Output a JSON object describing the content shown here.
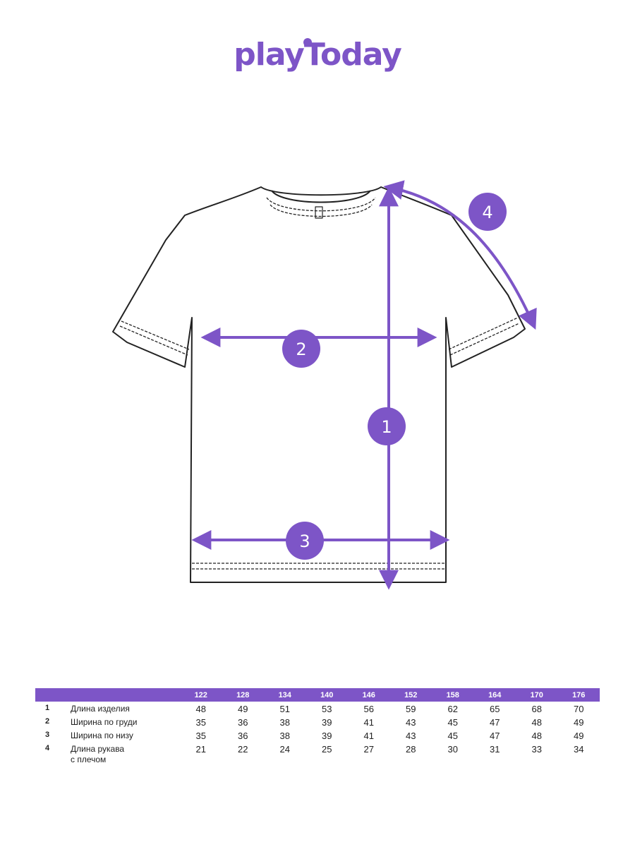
{
  "brand": {
    "name": "playToday",
    "accent_color": "#7d55c7"
  },
  "diagram": {
    "markers": [
      {
        "id": "1",
        "label": "1"
      },
      {
        "id": "2",
        "label": "2"
      },
      {
        "id": "3",
        "label": "3"
      },
      {
        "id": "4",
        "label": "4"
      }
    ],
    "icons": [
      "t-shirt-outline-icon"
    ]
  },
  "table": {
    "sizes": [
      "122",
      "128",
      "134",
      "140",
      "146",
      "152",
      "158",
      "164",
      "170",
      "176"
    ],
    "rows": [
      {
        "num": "1",
        "label": "Длина изделия",
        "label_line2": "",
        "values": [
          "48",
          "49",
          "51",
          "53",
          "56",
          "59",
          "62",
          "65",
          "68",
          "70"
        ]
      },
      {
        "num": "2",
        "label": "Ширина по груди",
        "label_line2": "",
        "values": [
          "35",
          "36",
          "38",
          "39",
          "41",
          "43",
          "45",
          "47",
          "48",
          "49"
        ]
      },
      {
        "num": "3",
        "label": "Ширина по низу",
        "label_line2": "",
        "values": [
          "35",
          "36",
          "38",
          "39",
          "41",
          "43",
          "45",
          "47",
          "48",
          "49"
        ]
      },
      {
        "num": "4",
        "label": "Длина рукава",
        "label_line2": "с плечом",
        "values": [
          "21",
          "22",
          "24",
          "25",
          "27",
          "28",
          "30",
          "31",
          "33",
          "34"
        ]
      }
    ]
  }
}
